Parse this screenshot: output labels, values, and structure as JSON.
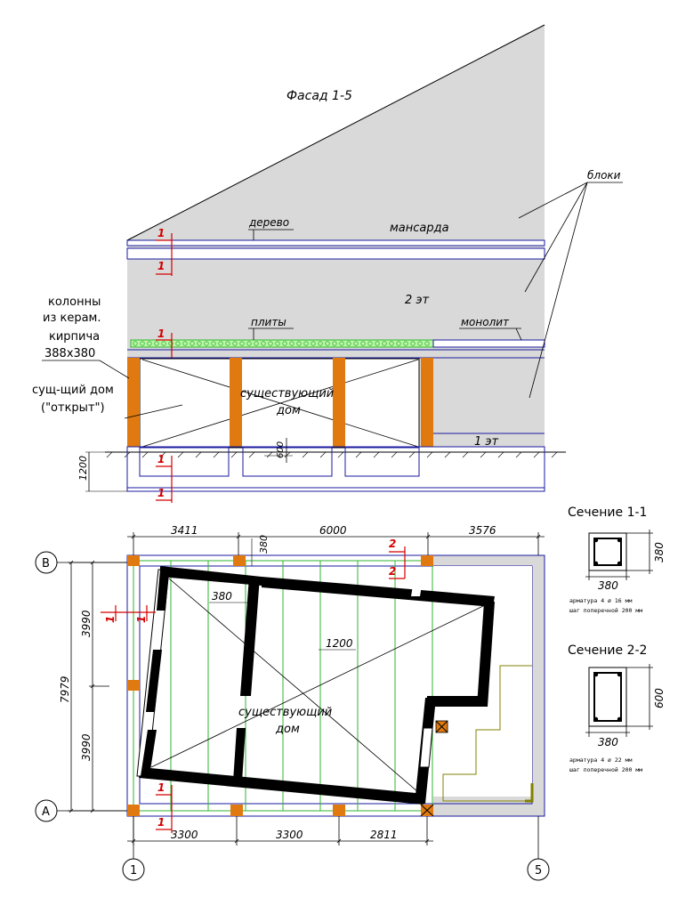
{
  "facade": {
    "title": "Фасад 1-5",
    "labels": {
      "wood": "дерево",
      "attic": "мансарда",
      "blocks": "блоки",
      "floor2": "2 эт",
      "slabs": "плиты",
      "monolith": "монолит",
      "columns_1": "колонны",
      "columns_2": "из керам.",
      "columns_3": "кирпича",
      "columns_4": "388х380",
      "existing_open_1": "сущ-щий дом",
      "existing_open_2": "(\"открыт\")",
      "existing_1": "существующий",
      "existing_2": "дом",
      "floor1": "1 эт",
      "dim_600": "600",
      "dim_1200": "1200"
    },
    "section_marks": [
      "1",
      "1",
      "1",
      "1",
      "1"
    ]
  },
  "plan": {
    "axes": {
      "B": "В",
      "A": "А",
      "n1": "1",
      "n5": "5"
    },
    "dims_top": [
      "3411",
      "6000",
      "3576"
    ],
    "dim_380_top": "380",
    "dims_bottom": [
      "3300",
      "3300",
      "2811"
    ],
    "dims_left_outer": "7979",
    "dims_left_inner": [
      "3990",
      "3990"
    ],
    "dim_380_inner": "380",
    "dim_1200_inner": "1200",
    "existing_1": "существующий",
    "existing_2": "дом",
    "section_marks": [
      "2",
      "2",
      "1",
      "1",
      "1",
      "1"
    ]
  },
  "sections": [
    {
      "title": "Сечение 1-1",
      "dim_width": "380",
      "dim_height": "380",
      "note_1": "арматура 4 ø 16 мм",
      "note_2": "шаг поперечной 200 мм"
    },
    {
      "title": "Сечение 2-2",
      "dim_width": "380",
      "dim_height": "600",
      "note_1": "арматура 4 ø 22 мм",
      "note_2": "шаг поперечной 200 мм"
    }
  ],
  "colors": {
    "fill_grey": "#d9d9d9",
    "column_orange": "#e07a10",
    "blue_line": "#1a1aa0",
    "green_line": "#2fb52f",
    "red_mark": "#d40000",
    "olive": "#808000"
  }
}
